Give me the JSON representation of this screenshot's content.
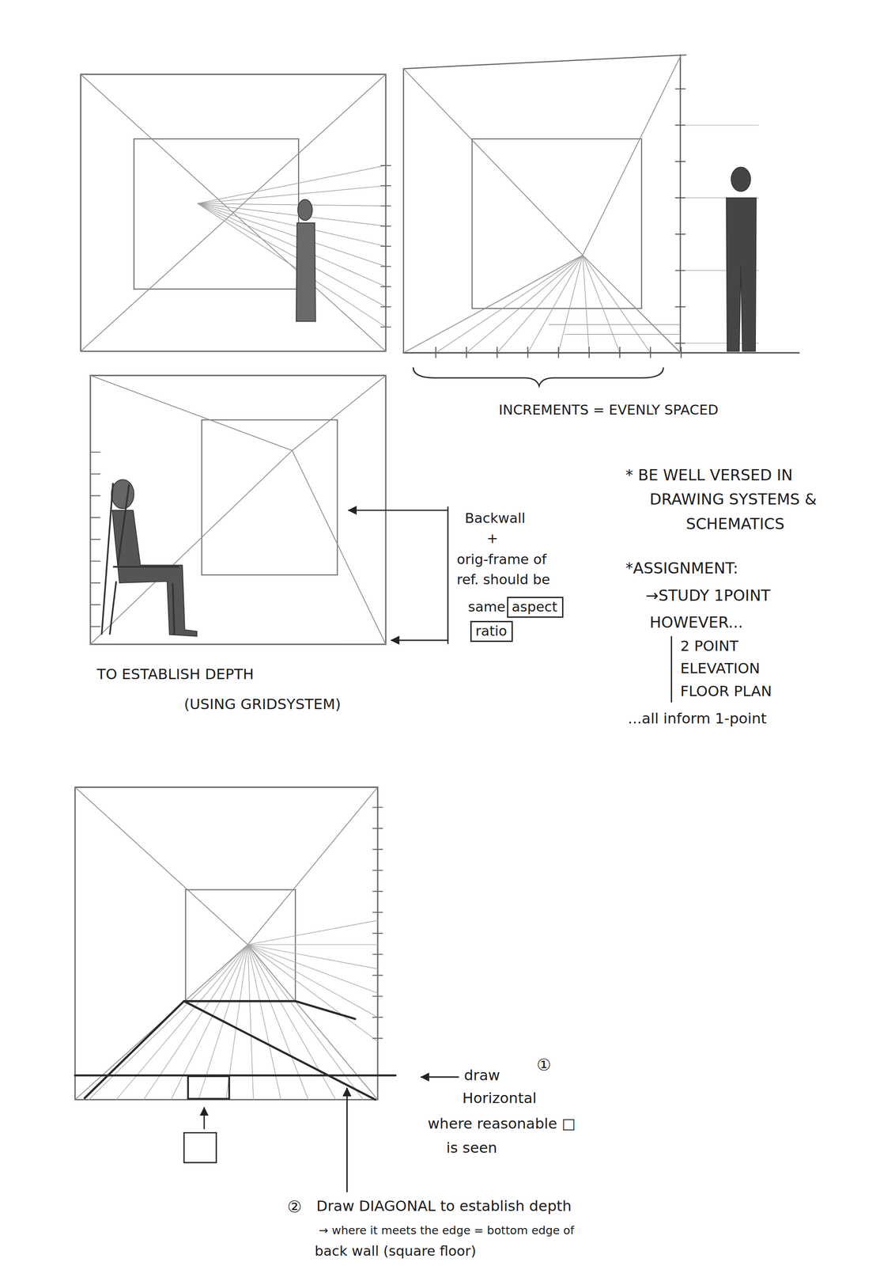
{
  "diagram": {
    "nodes": [
      {
        "text": [
          "aspect"
        ]
      },
      {
        "text": [
          "ratio"
        ]
      }
    ],
    "labels": [
      "INCREMENTS = EVENLY SPACED",
      "Backwall",
      "+",
      "orig-frame of",
      "ref. should be",
      "same",
      "* BE WELL VERSED IN",
      "DRAWING SYSTEMS &",
      "SCHEMATICS",
      "*ASSIGNMENT:",
      "→STUDY 1POINT",
      "HOWEVER...",
      "2 POINT",
      "ELEVATION",
      "FLOOR PLAN",
      "...all inform 1-point",
      "TO ESTABLISH DEPTH",
      "(USING GRIDSYSTEM)",
      "draw",
      "①",
      "Horizontal",
      "where reasonable □",
      "is seen",
      "②",
      "Draw DIAGONAL to establish depth",
      "→ where it meets the edge = bottom edge of",
      "back wall (square floor)"
    ]
  }
}
